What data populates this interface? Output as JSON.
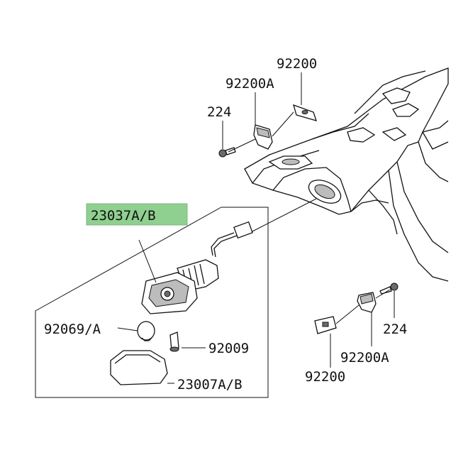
{
  "labels": {
    "assembly": "23037A/B",
    "bolt_top": "224",
    "bracket_top": "92200A",
    "plate_top": "92200",
    "bulb": "92069/A",
    "screw": "92009",
    "lens": "23007A/B",
    "bolt_right": "224",
    "bracket_right": "92200A",
    "plate_right": "92200"
  },
  "colors": {
    "highlight": "#8fcf8f",
    "line": "#111111",
    "shade": "#bcbcbc"
  }
}
